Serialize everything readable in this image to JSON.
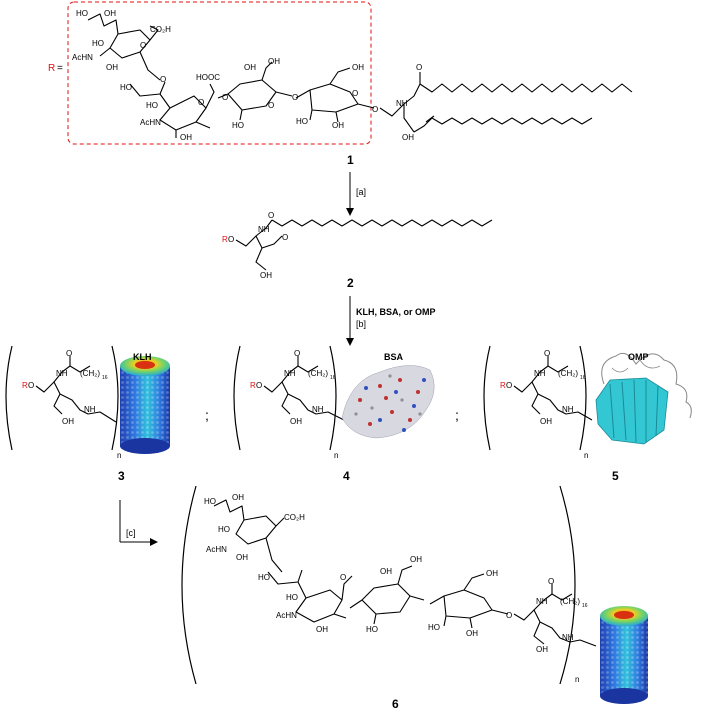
{
  "r_label": "R",
  "r_eq": "=",
  "compounds": {
    "c1": "1",
    "c2": "2",
    "c3": "3",
    "c4": "4",
    "c5": "5",
    "c6": "6"
  },
  "conditions": {
    "a": "[a]",
    "b_main": "KLH, BSA, or OMP",
    "b": "[b]",
    "c": "[c]"
  },
  "labels": {
    "ho": "HO",
    "oh": "OH",
    "co2h": "CO₂H",
    "hooc": "HOOC",
    "achn": "AcHN",
    "o": "O",
    "nh": "NH",
    "ro_r": "R",
    "ro_o": "O",
    "ch2": "(CH₂)",
    "sub16": "16",
    "n": "n",
    "semicolon": ";"
  },
  "proteins": {
    "klh": "KLH",
    "bsa": "BSA",
    "omp": "OMP"
  },
  "colors": {
    "accent": "#e01010",
    "klh_blue": "#2f5fd0",
    "klh_cyan": "#28c8d8",
    "klh_yellow": "#f0d020",
    "klh_red": "#d83010",
    "omp_teal": "#33c7d4"
  }
}
